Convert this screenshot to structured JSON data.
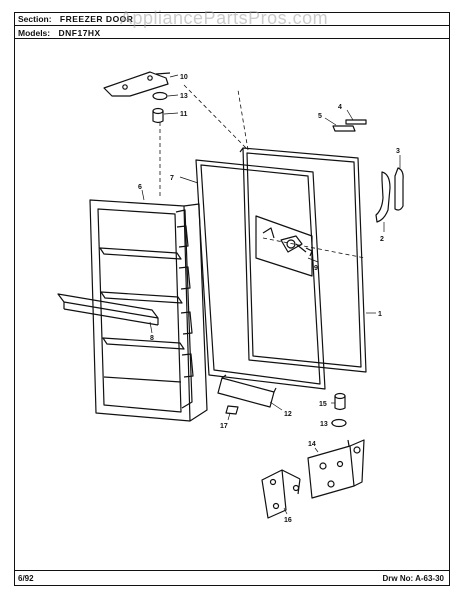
{
  "header": {
    "section_label": "Section:",
    "section_value": "FREEZER DOOR",
    "models_label": "Models:",
    "models_value": "DNF17HX"
  },
  "watermark": "AppliancePartsPros.com",
  "footer": {
    "date": "6/92",
    "drawing": "Drw No: A-63-30"
  },
  "callouts": [
    "10",
    "13",
    "11",
    "4",
    "5",
    "3",
    "7",
    "6",
    "2",
    "9",
    "1",
    "8",
    "15",
    "13",
    "12",
    "17",
    "14",
    "16"
  ]
}
